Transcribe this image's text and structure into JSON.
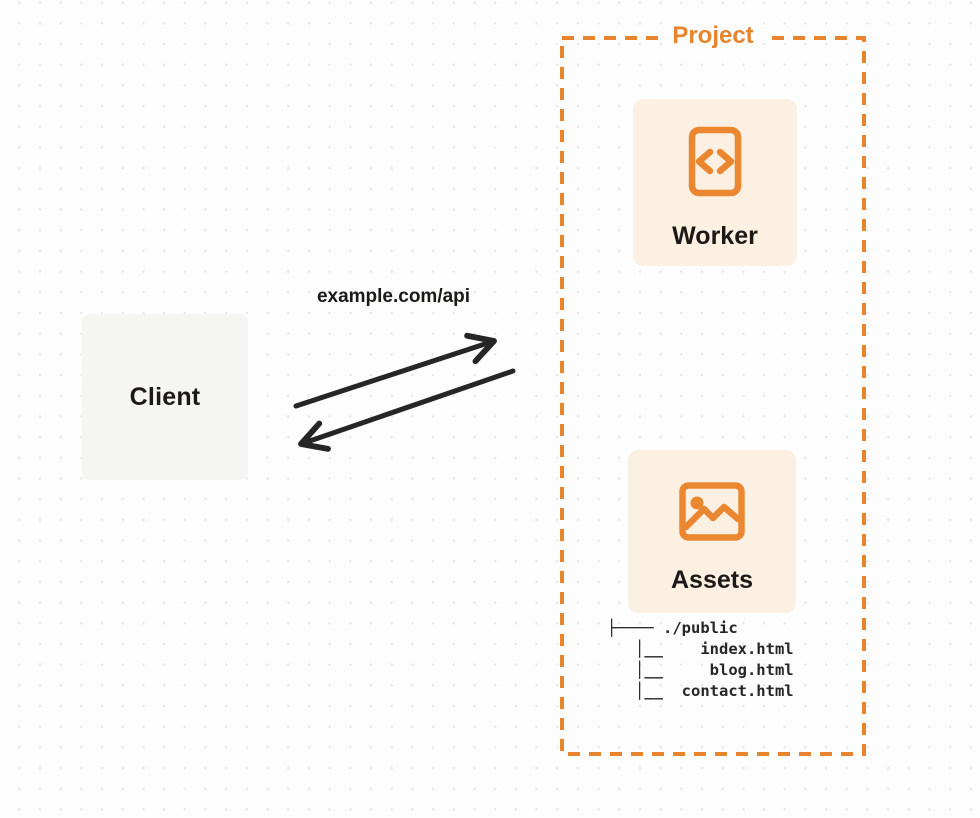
{
  "diagram": {
    "client": {
      "label": "Client"
    },
    "request_label": "example.com/api",
    "project": {
      "label": "Project",
      "worker": {
        "label": "Worker",
        "icon": "code-file-icon"
      },
      "assets": {
        "label": "Assets",
        "icon": "image-icon"
      },
      "file_tree": {
        "text": "├──── ./public\n   │__    index.html\n   │__     blog.html\n   │__  contact.html",
        "entries": [
          "./public",
          "index.html",
          "blog.html",
          "contact.html"
        ]
      }
    },
    "colors": {
      "accent_orange": "#E8842D",
      "card_cream": "#FBF0E1",
      "client_gray": "#F5F5F4",
      "arrow_dark": "#262626",
      "text_dark": "#1C1917",
      "canvas_bg": "#FDFDFD",
      "dot_grid": "#E7E7E7"
    }
  }
}
